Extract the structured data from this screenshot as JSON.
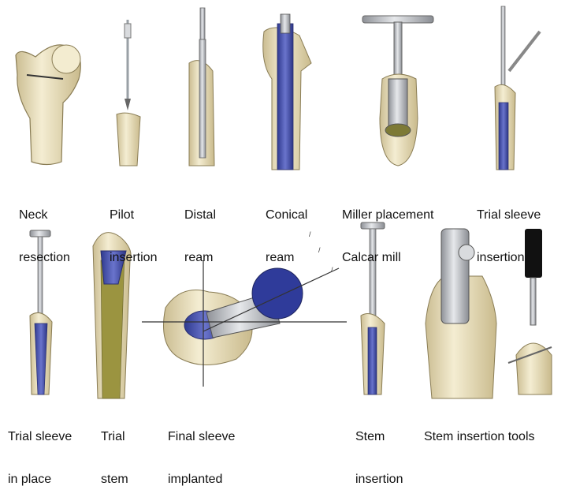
{
  "steps": [
    {
      "l1": "Neck",
      "l2": "resection"
    },
    {
      "l1": "Pilot",
      "l2": "insertion"
    },
    {
      "l1": "Distal",
      "l2": "ream"
    },
    {
      "l1": "Conical",
      "l2": "ream"
    },
    {
      "l1": "Miller placement",
      "l2": "Calcar mill"
    },
    {
      "l1": "Trial sleeve",
      "l2": "insertion"
    },
    {
      "l1": "Trial sleeve",
      "l2": "in place"
    },
    {
      "l1": "Trial",
      "l2": "stem"
    },
    {
      "l1": "Final sleeve",
      "l2": "implanted"
    },
    {
      "l1": "Stem",
      "l2": "insertion"
    },
    {
      "l1": "Stem insertion tools",
      "l2": ""
    }
  ],
  "colors": {
    "bone": "#efe6c6",
    "cortex": "#b9a97a",
    "implant": "#4b56b0",
    "canal": "#8f8a3a",
    "metal": "#bfc2c7"
  }
}
